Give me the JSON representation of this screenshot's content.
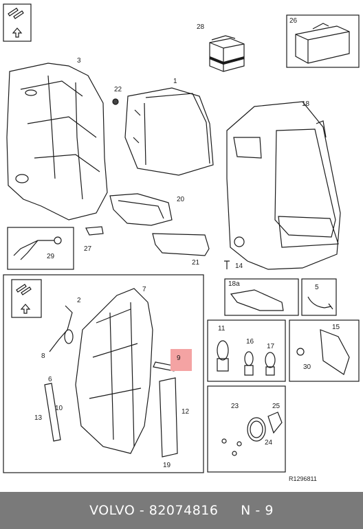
{
  "diagram": {
    "part_labels": [
      "1",
      "2",
      "3",
      "5",
      "6",
      "7",
      "8",
      "9",
      "10",
      "11",
      "12",
      "13",
      "14",
      "15",
      "16",
      "17",
      "18",
      "18a",
      "19",
      "20",
      "21",
      "22",
      "23",
      "24",
      "25",
      "26",
      "27",
      "28",
      "29",
      "30"
    ],
    "highlighted_part": "9",
    "highlight_color": "#f4a3a3",
    "reference_code": "R1296811"
  },
  "footer": {
    "brand": "VOLVO",
    "part_number": "82074816",
    "position": "N - 9",
    "separator": " - ",
    "gap": "     "
  }
}
